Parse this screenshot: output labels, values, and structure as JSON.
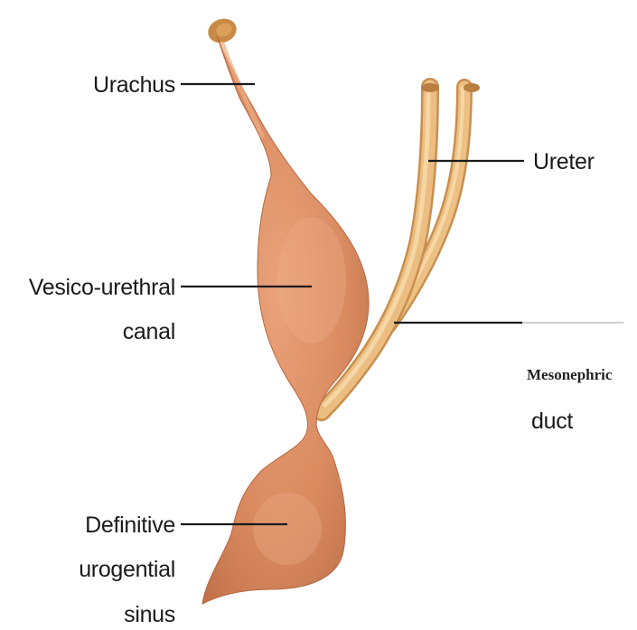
{
  "labels": {
    "urachus": "Urachus",
    "ureter": "Ureter",
    "vesico_line1": "Vesico-urethral",
    "vesico_line2": "canal",
    "mesonephric_line1": "Mesonephric",
    "mesonephric_line2": "duct",
    "definitive_line1": "Definitive",
    "definitive_line2": "urogential",
    "definitive_line3": "sinus"
  },
  "colors": {
    "organ": "#d9895e",
    "organ_shadow": "#bf6c45",
    "organ_highlight": "#e9a57d",
    "duct": "#e7b676",
    "duct_shadow": "#c98f4e",
    "duct_highlight": "#f3d3a0",
    "leader": "#1a1a1a"
  }
}
